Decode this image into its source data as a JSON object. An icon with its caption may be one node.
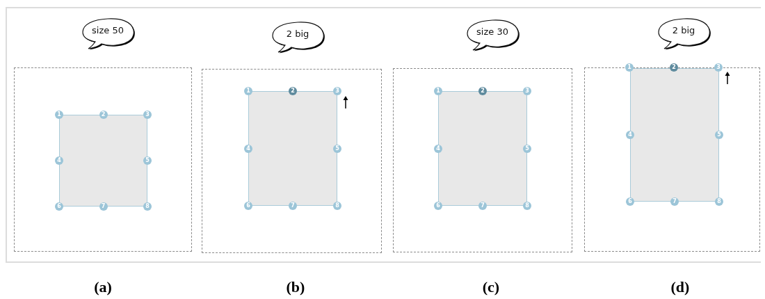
{
  "diagram": {
    "nodes": [
      {
        "text": [
          "size 50"
        ]
      },
      {
        "text": [],
        "shape": "box"
      },
      {
        "text": [],
        "shape": "box",
        "in": 1
      },
      {
        "text": [
          "1"
        ],
        "in": 1
      },
      {
        "text": [
          "2"
        ],
        "in": 1
      },
      {
        "text": [
          "3"
        ],
        "in": 1
      },
      {
        "text": [
          "4"
        ],
        "in": 1
      },
      {
        "text": [
          "5"
        ],
        "in": 1
      },
      {
        "text": [
          "6"
        ],
        "in": 1
      },
      {
        "text": [
          "7"
        ],
        "in": 1
      },
      {
        "text": [
          "8"
        ],
        "in": 1
      },
      {
        "text": [
          "2 big"
        ]
      },
      {
        "text": [],
        "shape": "box"
      },
      {
        "text": [],
        "shape": "box",
        "in": 12
      },
      {
        "text": [
          "1"
        ],
        "in": 12
      },
      {
        "text": [
          "2"
        ],
        "in": 12
      },
      {
        "text": [
          "3"
        ],
        "in": 12
      },
      {
        "text": [
          "4"
        ],
        "in": 12
      },
      {
        "text": [
          "5"
        ],
        "in": 12
      },
      {
        "text": [
          "6"
        ],
        "in": 12
      },
      {
        "text": [
          "7"
        ],
        "in": 12
      },
      {
        "text": [
          "8"
        ],
        "in": 12
      },
      {
        "text": [
          "size 30"
        ]
      },
      {
        "text": [],
        "shape": "box"
      },
      {
        "text": [],
        "shape": "box",
        "in": 23
      },
      {
        "text": [
          "1"
        ],
        "in": 23
      },
      {
        "text": [
          "2"
        ],
        "in": 23
      },
      {
        "text": [
          "3"
        ],
        "in": 23
      },
      {
        "text": [
          "4"
        ],
        "in": 23
      },
      {
        "text": [
          "5"
        ],
        "in": 23
      },
      {
        "text": [
          "6"
        ],
        "in": 23
      },
      {
        "text": [
          "7"
        ],
        "in": 23
      },
      {
        "text": [
          "8"
        ],
        "in": 23
      },
      {
        "text": [
          "2 big"
        ]
      },
      {
        "text": [],
        "shape": "box"
      },
      {
        "text": [],
        "shape": "box",
        "in": 34
      },
      {
        "text": [
          "1"
        ]
      },
      {
        "text": [
          "2"
        ]
      },
      {
        "text": [
          "3"
        ]
      },
      {
        "text": [
          "4"
        ],
        "in": 34
      },
      {
        "text": [
          "5"
        ],
        "in": 34
      },
      {
        "text": [
          "6"
        ],
        "in": 34
      },
      {
        "text": [
          "7"
        ],
        "in": 34
      },
      {
        "text": [
          "8"
        ],
        "in": 34
      }
    ],
    "labels": [
      "(a)",
      "(b)",
      "(c)",
      "(d)"
    ]
  }
}
